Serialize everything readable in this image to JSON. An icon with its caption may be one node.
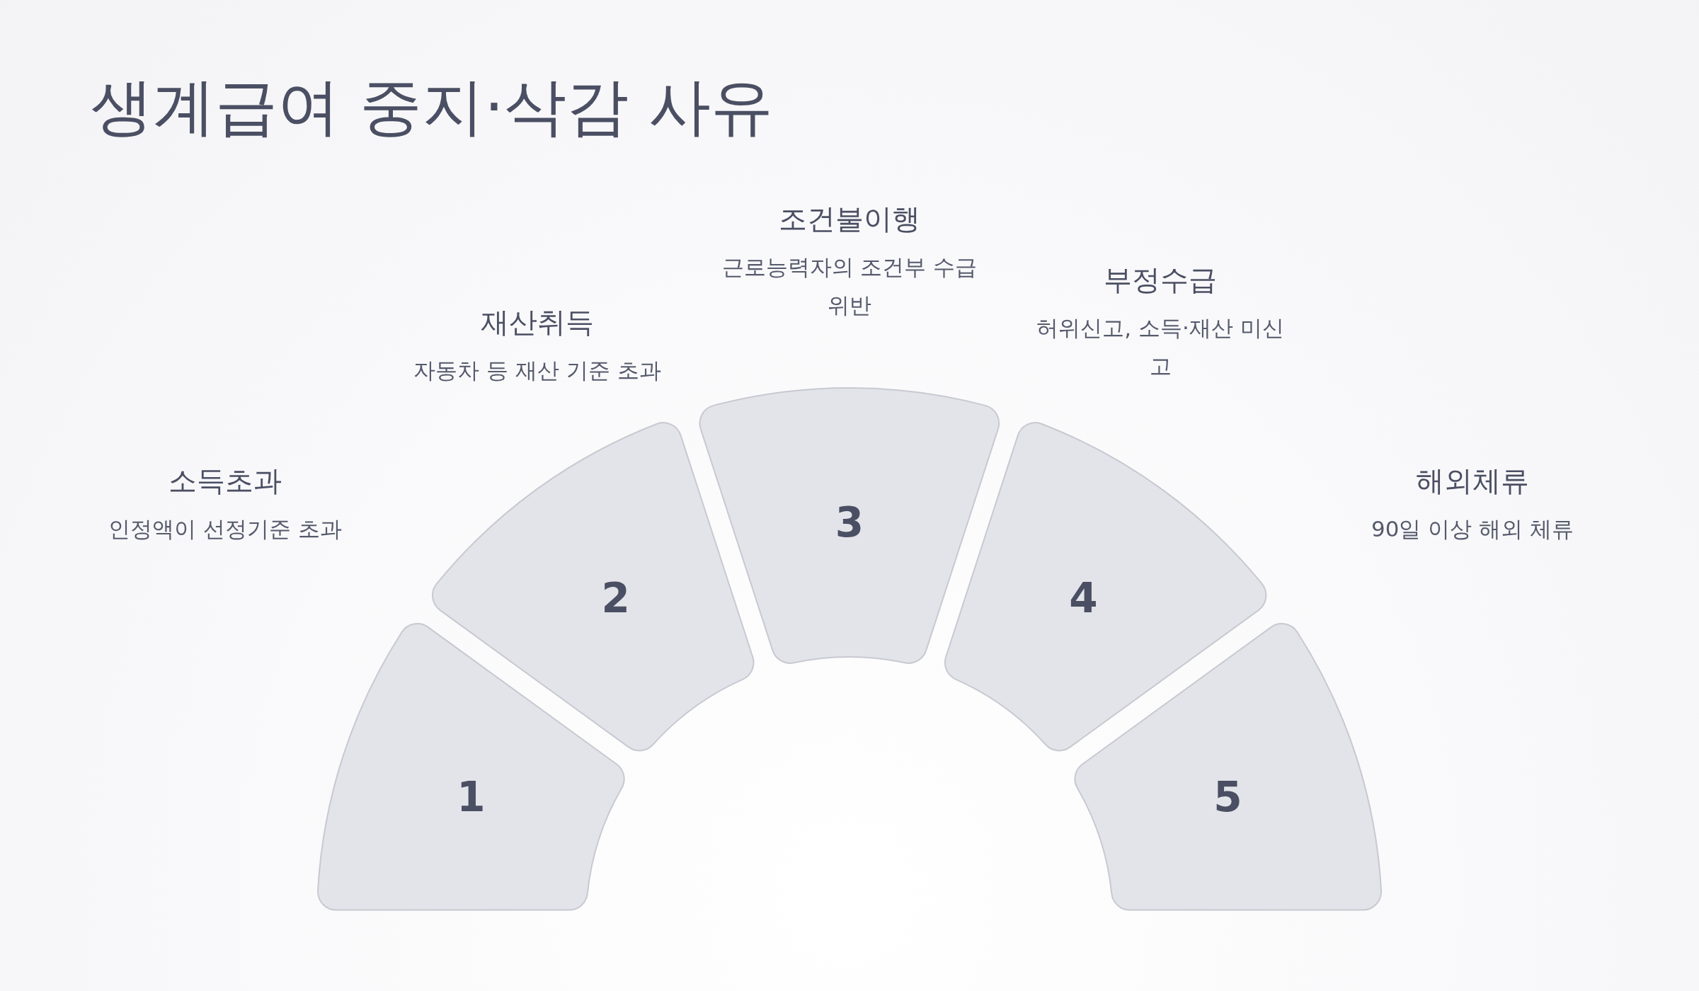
{
  "diagram": {
    "title": "생계급여 중지·삭감 사유",
    "nodes": [
      {
        "text": [
          "1"
        ],
        "beside": [
          "소득초과",
          "인정액이 선정기준 초과"
        ]
      },
      {
        "text": [
          "2"
        ],
        "beside": [
          "재산취득",
          "자동차 등 재산 기준 초과"
        ]
      },
      {
        "text": [
          "3"
        ],
        "beside": [
          "조건불이행",
          "근로능력자의 조건부 수급 위반"
        ]
      },
      {
        "text": [
          "4"
        ],
        "beside": [
          "부정수급",
          "허위신고, 소득·재산 미신고"
        ]
      },
      {
        "text": [
          "5"
        ],
        "beside": [
          "해외체류",
          "90일 이상 해외 체류"
        ]
      }
    ]
  }
}
